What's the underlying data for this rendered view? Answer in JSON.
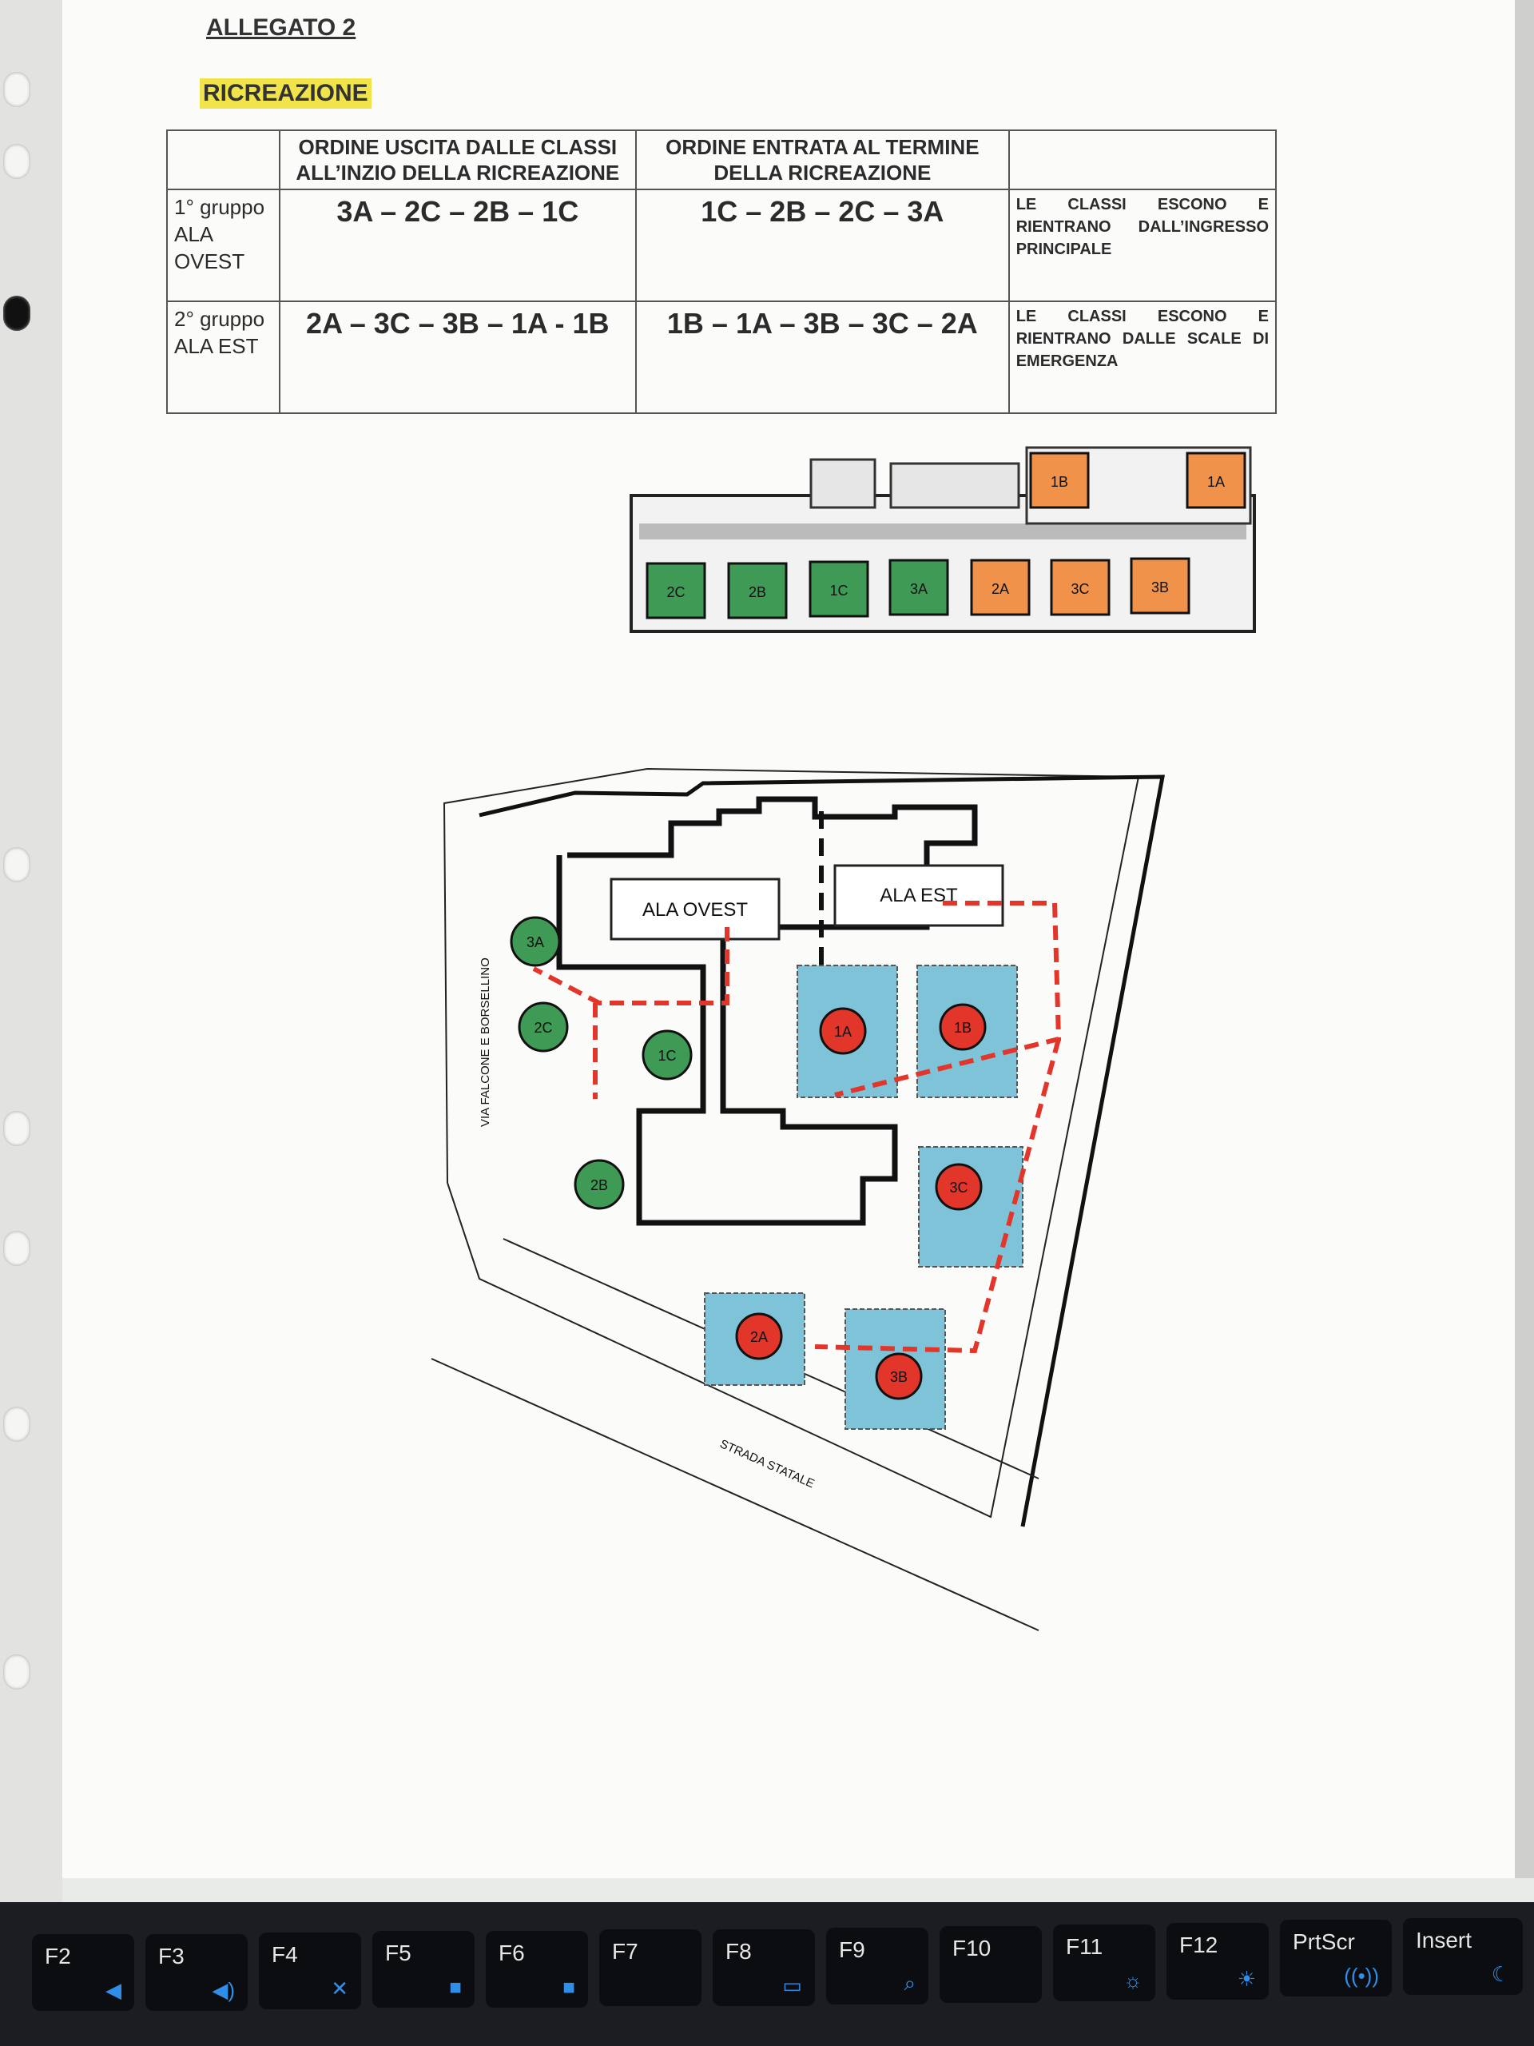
{
  "header": {
    "allegato": "ALLEGATO 2",
    "section": "RICREAZIONE"
  },
  "table": {
    "col_exit": "ORDINE USCITA DALLE CLASSI ALL’INZIO DELLA RICREAZIONE",
    "col_enter": "ORDINE ENTRATA AL TERMINE DELLA RICREAZIONE",
    "rows": [
      {
        "group": "1° gruppo ALA OVEST",
        "exit": "3A – 2C – 2B – 1C",
        "enter": "1C – 2B – 2C – 3A",
        "note": "LE CLASSI ESCONO E RIENTRANO DALL’INGRESSO PRINCIPALE"
      },
      {
        "group": "2° gruppo ALA EST",
        "exit": "2A – 3C – 3B – 1A - 1B",
        "enter": "1B – 1A – 3B – 3C – 2A",
        "note": "LE CLASSI ESCONO E RIENTRANO DALLE SCALE DI EMERGENZA"
      }
    ]
  },
  "floorplan": {
    "rooms": [
      "2C",
      "2B",
      "1C",
      "3A",
      "2A",
      "3C",
      "3B",
      "1B",
      "1A"
    ],
    "colors": {
      "west": "#3f9a55",
      "east": "#f0924a"
    }
  },
  "siteplan": {
    "wing_west": "ALA OVEST",
    "wing_east": "ALA EST",
    "street_left": "VIA FALCONE E BORSELLINO",
    "street_bottom": "STRADA STATALE",
    "areas": [
      "1A",
      "1B",
      "3C",
      "2A",
      "3B",
      "3A",
      "2C",
      "1C",
      "2B"
    ],
    "colors": {
      "west_circle": "#3f9a55",
      "east_circle": "#e2362b",
      "yard": "#7fc3d8",
      "route": "#e2362b"
    }
  },
  "keyboard": {
    "keys": [
      "F2",
      "F3",
      "F4",
      "F5",
      "F6",
      "F7",
      "F8",
      "F9",
      "F10",
      "F11",
      "F12",
      "PrtScr",
      "Insert"
    ]
  }
}
